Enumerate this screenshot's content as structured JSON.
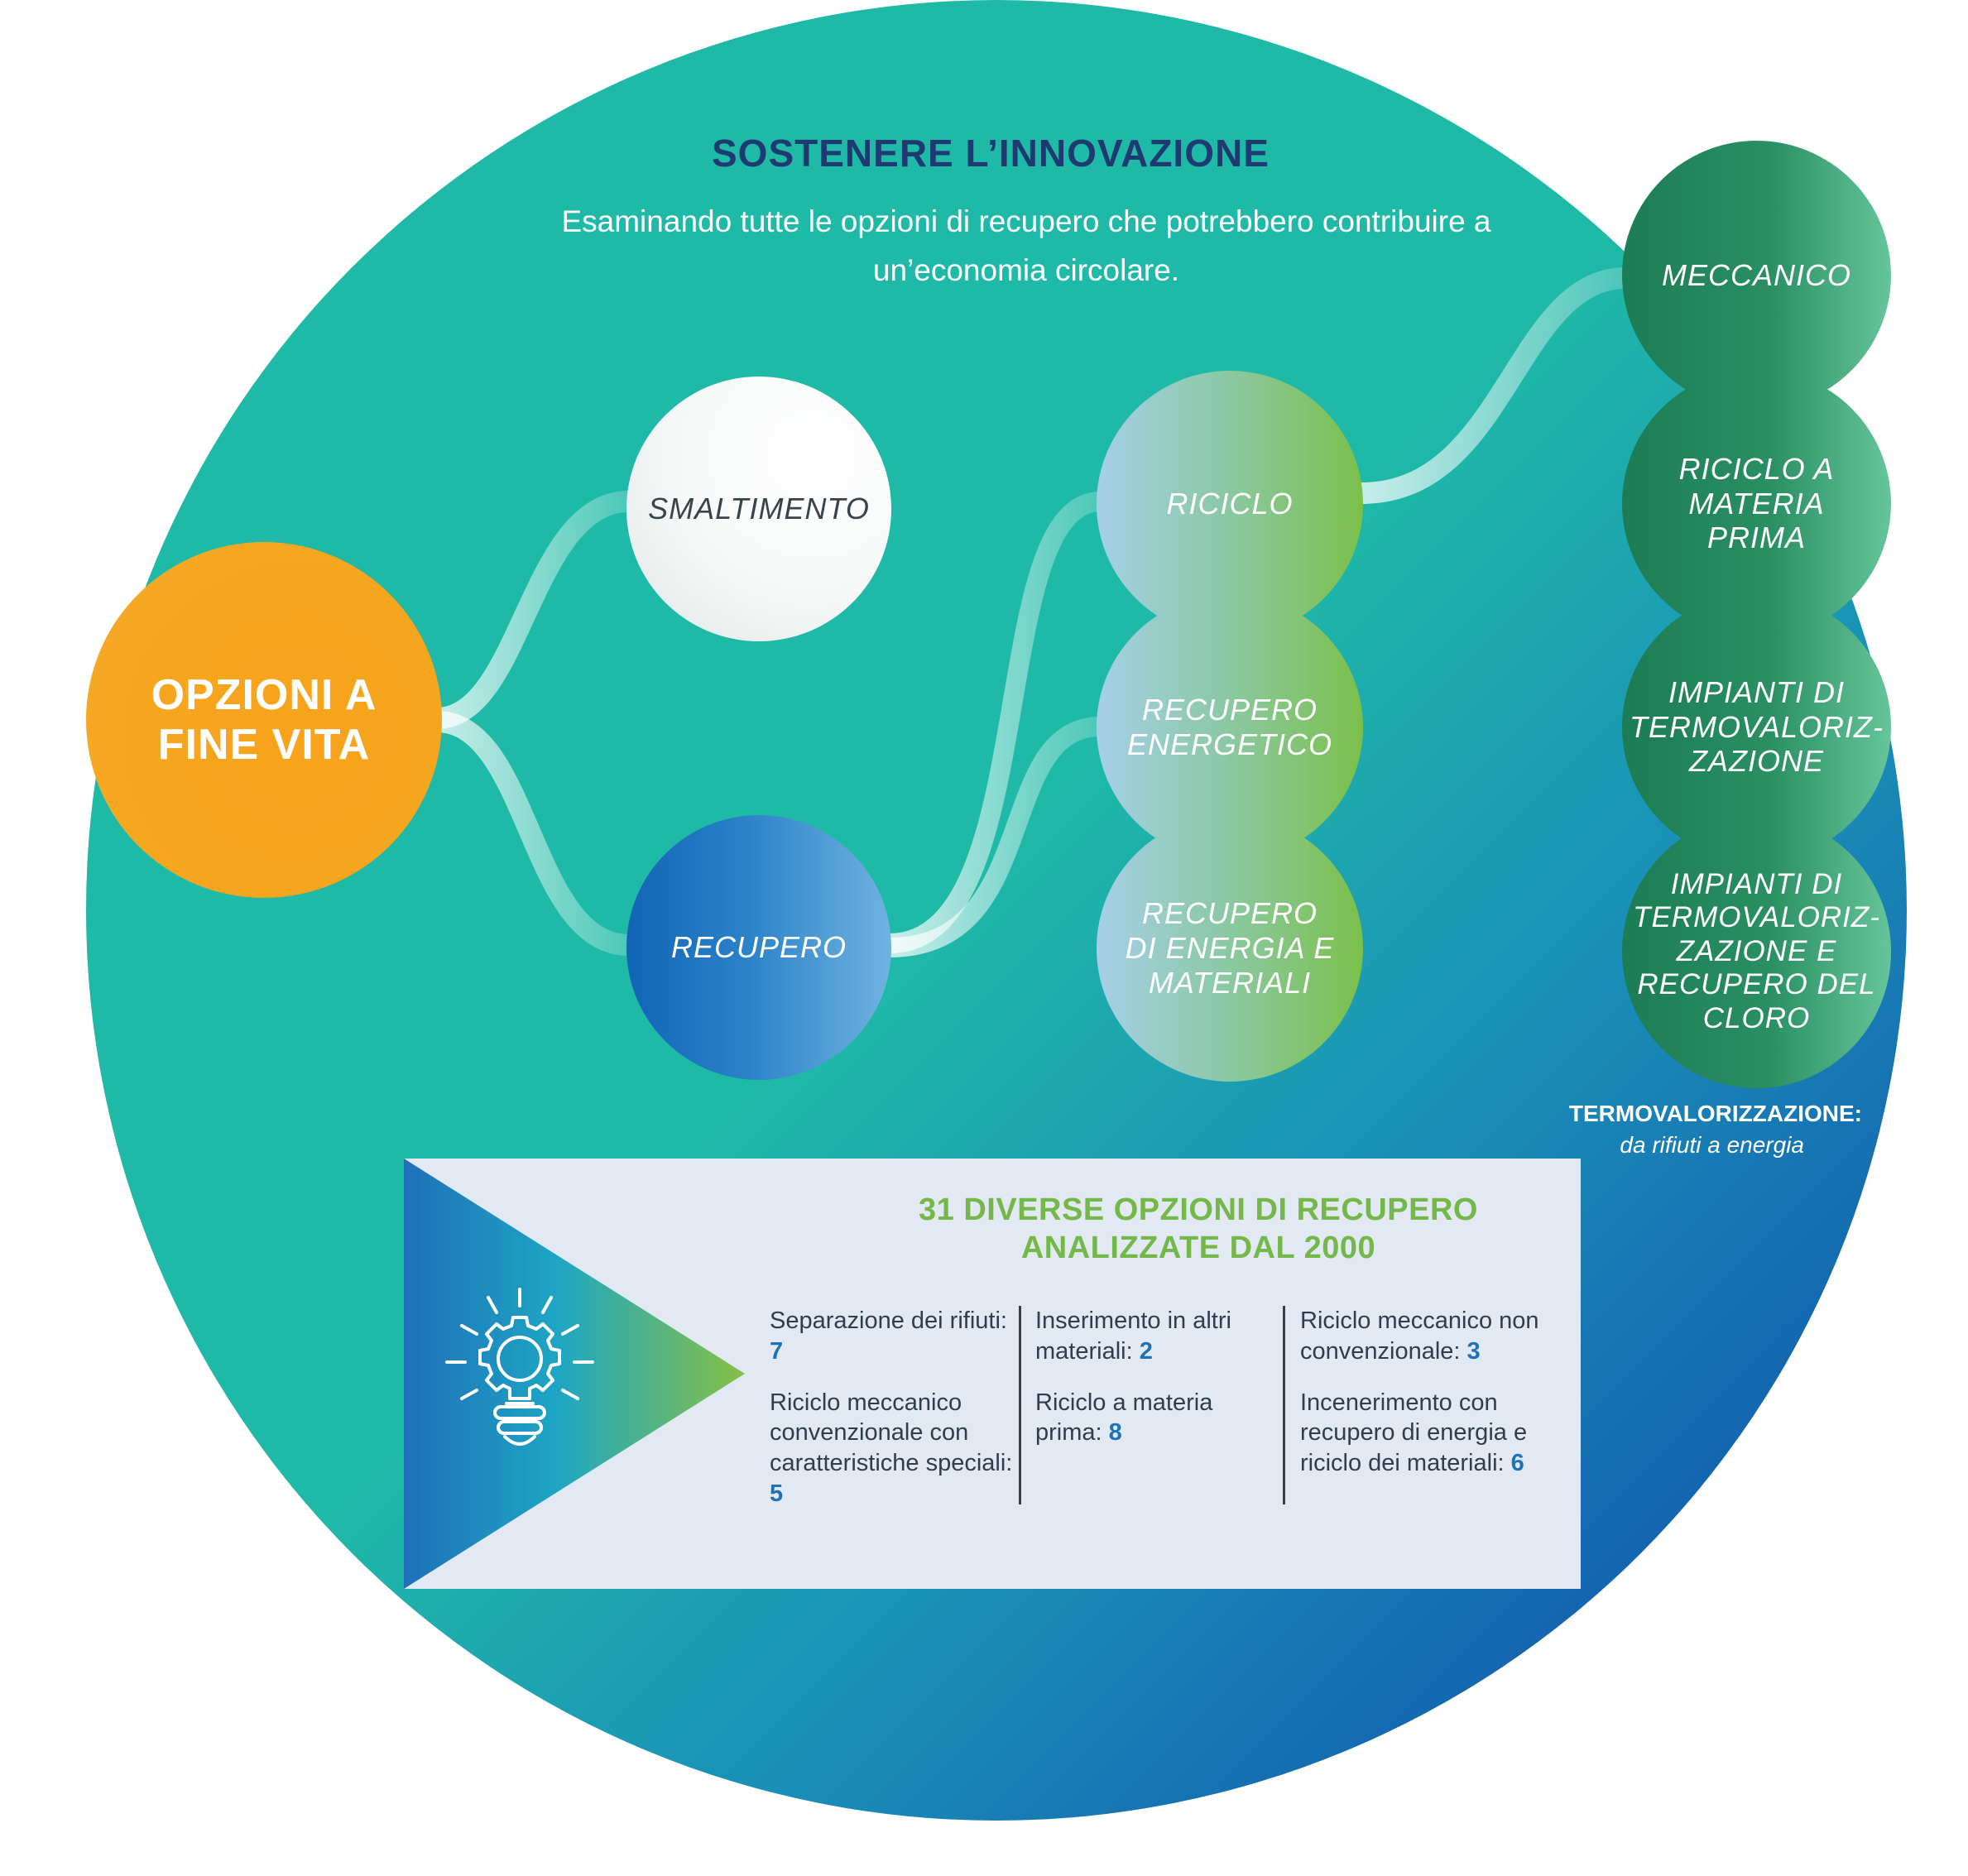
{
  "title": "SOSTENERE L’INNOVAZIONE",
  "subtitle": "Esaminando tutte le opzioni di recupero che potrebbero contribuire a un’economia circolare.",
  "nodes": {
    "opzioni": "OPZIONI A\nFINE VITA",
    "smaltimento": "SMALTIMENTO",
    "recupero": "RECUPERO",
    "riciclo": "RICICLO",
    "recupero_energetico": "RECUPERO\nENERGETICO",
    "recupero_energia_materiali": "RECUPERO\nDI ENERGIA E\nMATERIALI",
    "meccanico": "MECCANICO",
    "riciclo_materia_prima": "RICICLO A\nMATERIA\nPRIMA",
    "impianti_termo": "IMPIANTI DI\nTERMOVALORIZ-\nZAZIONE",
    "impianti_termo_cloro": "IMPIANTI DI\nTERMOVALORIZ-\nZAZIONE E\nRECUPERO DEL\nCLORO"
  },
  "termo_note": {
    "title": "TERMOVALORIZZAZIONE:",
    "subtitle": "da rifiuti a energia"
  },
  "summary": {
    "title_line1": "31 DIVERSE OPZIONI DI RECUPERO",
    "title_line2": "ANALIZZATE DAL 2000",
    "columns": [
      [
        {
          "label": "Separazione dei rifiuti:",
          "value": "7"
        },
        {
          "label": "Riciclo meccanico convenzionale con caratteristiche speciali:",
          "value": "5"
        }
      ],
      [
        {
          "label": "Inserimento in altri materiali:",
          "value": "2"
        },
        {
          "label": "Riciclo a materia prima:",
          "value": "8"
        }
      ],
      [
        {
          "label": "Riciclo meccanico non convenzionale:",
          "value": "3"
        },
        {
          "label": "Incenerimento con recupero di energia e riciclo dei materiali:",
          "value": "6"
        }
      ]
    ]
  },
  "icons": [
    "lightbulb-gear-icon"
  ],
  "colors": {
    "teal": "#1fbaa7",
    "blue": "#1466b0",
    "orange": "#f6a61e",
    "green": "#7bc04a",
    "dark_green": "#2a8f63",
    "navy_title": "#1e3a70",
    "box_bg": "#e2e9f3"
  }
}
